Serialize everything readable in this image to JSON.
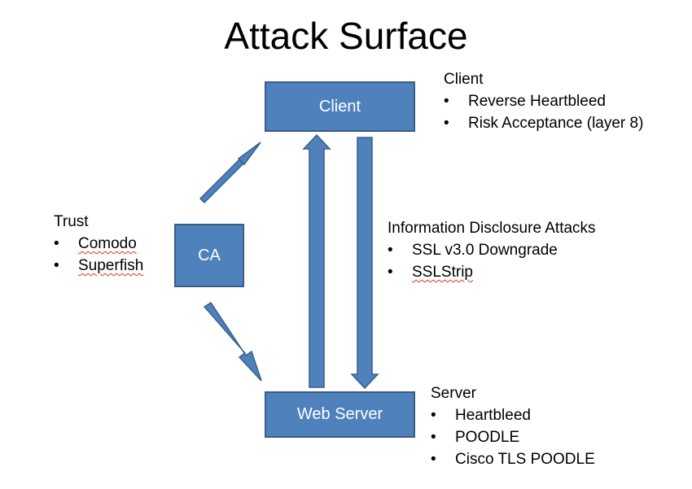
{
  "title": "Attack Surface",
  "nodes": {
    "client": "Client",
    "ca": "CA",
    "web_server": "Web Server"
  },
  "client_notes": {
    "heading": "Client",
    "items": [
      "Reverse Heartbleed",
      "Risk Acceptance (layer 8)"
    ]
  },
  "info_notes": {
    "heading": "Information Disclosure Attacks",
    "items": [
      "SSL v3.0 Downgrade",
      "SSLStrip"
    ]
  },
  "trust_notes": {
    "heading": "Trust",
    "items": [
      "Comodo",
      "Superfish"
    ]
  },
  "server_notes": {
    "heading": "Server",
    "items": [
      "Heartbleed",
      "POODLE",
      "Cisco TLS POODLE"
    ]
  },
  "colors": {
    "box_fill": "#4f81bd",
    "box_border": "#385d8a",
    "spellcheck_underline": "#d9342b"
  }
}
